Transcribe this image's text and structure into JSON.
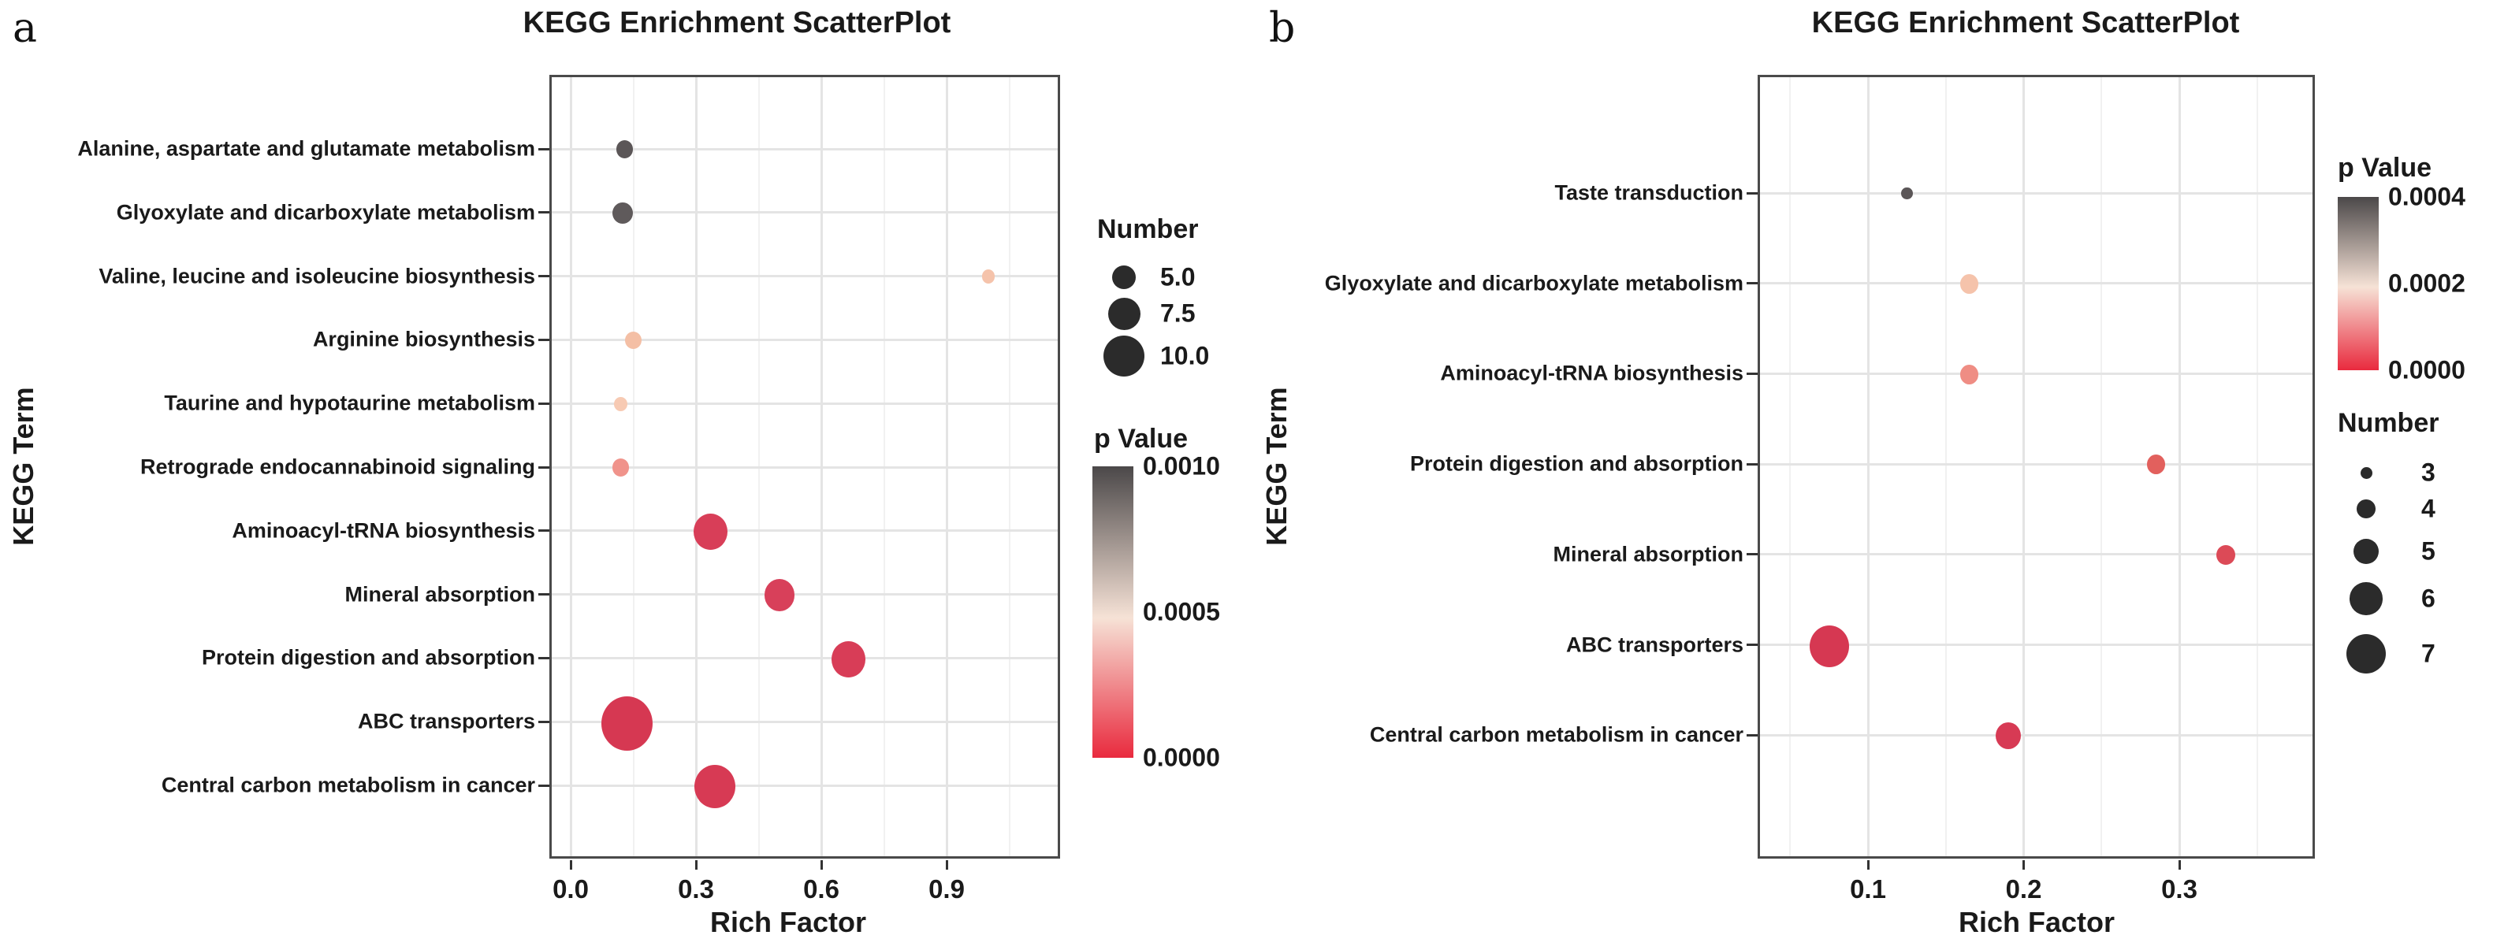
{
  "figure": {
    "panel_a_label": "a",
    "panel_b_label": "b",
    "background": "#ffffff",
    "text_color": "#1a1a1a"
  },
  "chart_data": [
    {
      "panel": "a",
      "type": "scatter",
      "title": "KEGG Enrichment ScatterPlot",
      "xlabel": "Rich Factor",
      "ylabel": "KEGG Term",
      "grid": true,
      "legend_position": "right",
      "x_ticks": [
        0.0,
        0.3,
        0.6,
        0.9
      ],
      "x_tick_labels": [
        "0.0",
        "0.3",
        "0.6",
        "0.9"
      ],
      "x_minor_ticks": [
        0.15,
        0.45,
        0.75,
        1.05
      ],
      "xlim": [
        -0.05,
        1.17
      ],
      "legend": {
        "size_title": "Number",
        "size_values": [
          5,
          7.5,
          10
        ],
        "size_labels": [
          "5.0",
          "7.5",
          "10.0"
        ],
        "color_title": "p Value",
        "color_tick_labels": [
          "0.0010",
          "0.0005",
          "0.0000"
        ],
        "color_range": [
          0.001,
          0.0
        ],
        "color_stops": [
          "#4b4849",
          "#f6e2d6",
          "#e92a3e"
        ]
      },
      "points": [
        {
          "term": "Alanine, aspartate and glutamate metabolism",
          "rich_factor": 0.13,
          "number": 3,
          "p_value": 0.001,
          "color": "#5b5657"
        },
        {
          "term": "Glyoxylate and dicarboxylate metabolism",
          "rich_factor": 0.125,
          "number": 4,
          "p_value": 0.00095,
          "color": "#5f5a5b"
        },
        {
          "term": "Valine, leucine and isoleucine biosynthesis",
          "rich_factor": 1.0,
          "number": 2,
          "p_value": 0.0005,
          "color": "#f5c3ab"
        },
        {
          "term": "Arginine biosynthesis",
          "rich_factor": 0.15,
          "number": 3,
          "p_value": 0.00048,
          "color": "#f4bfa5"
        },
        {
          "term": "Taurine and hypotaurine metabolism",
          "rich_factor": 0.12,
          "number": 2,
          "p_value": 0.00052,
          "color": "#f7cab3"
        },
        {
          "term": "Retrograde endocannabinoid signaling",
          "rich_factor": 0.12,
          "number": 3,
          "p_value": 0.0003,
          "color": "#f0938b"
        },
        {
          "term": "Aminoacyl-tRNA biosynthesis",
          "rich_factor": 0.335,
          "number": 8,
          "p_value": 5e-05,
          "color": "#d83e58"
        },
        {
          "term": "Mineral absorption",
          "rich_factor": 0.5,
          "number": 7,
          "p_value": 6e-05,
          "color": "#d8405a"
        },
        {
          "term": "Protein digestion and absorption",
          "rich_factor": 0.665,
          "number": 8,
          "p_value": 5e-05,
          "color": "#d83d57"
        },
        {
          "term": "ABC transporters",
          "rich_factor": 0.135,
          "number": 13,
          "p_value": 1e-05,
          "color": "#d63852"
        },
        {
          "term": "Central carbon metabolism in cancer",
          "rich_factor": 0.345,
          "number": 10,
          "p_value": 2e-05,
          "color": "#d73a54"
        }
      ]
    },
    {
      "panel": "b",
      "type": "scatter",
      "title": "KEGG Enrichment ScatterPlot",
      "xlabel": "Rich Factor",
      "ylabel": "KEGG Term",
      "grid": true,
      "legend_position": "right",
      "x_ticks": [
        0.1,
        0.2,
        0.3
      ],
      "x_tick_labels": [
        "0.1",
        "0.2",
        "0.3"
      ],
      "x_minor_ticks": [
        0.05,
        0.15,
        0.25,
        0.35
      ],
      "xlim": [
        0.03,
        0.39
      ],
      "legend": {
        "color_title": "p Value",
        "color_tick_labels": [
          "0.0004",
          "0.0002",
          "0.0000"
        ],
        "color_range": [
          0.0004,
          0.0
        ],
        "color_stops": [
          "#4b4849",
          "#f6e2d6",
          "#e92a3e"
        ],
        "size_title": "Number",
        "size_values": [
          3,
          4,
          5,
          6,
          7
        ],
        "size_labels": [
          "3",
          "4",
          "5",
          "6",
          "7"
        ]
      },
      "points": [
        {
          "term": "Taste transduction",
          "rich_factor": 0.125,
          "number": 3,
          "p_value": 0.0004,
          "color": "#5b5657"
        },
        {
          "term": "Glyoxylate and dicarboxylate metabolism",
          "rich_factor": 0.165,
          "number": 4,
          "p_value": 0.00025,
          "color": "#f5c3ab"
        },
        {
          "term": "Aminoacyl-tRNA biosynthesis",
          "rich_factor": 0.165,
          "number": 4,
          "p_value": 0.00017,
          "color": "#ef8d84"
        },
        {
          "term": "Protein digestion and absorption",
          "rich_factor": 0.285,
          "number": 4,
          "p_value": 8e-05,
          "color": "#e2605d"
        },
        {
          "term": "Mineral absorption",
          "rich_factor": 0.33,
          "number": 4,
          "p_value": 5e-05,
          "color": "#dc4a57"
        },
        {
          "term": "ABC transporters",
          "rich_factor": 0.075,
          "number": 7,
          "p_value": 1e-05,
          "color": "#d63852"
        },
        {
          "term": "Central carbon metabolism in cancer",
          "rich_factor": 0.19,
          "number": 5,
          "p_value": 2e-05,
          "color": "#d73a54"
        }
      ]
    }
  ]
}
